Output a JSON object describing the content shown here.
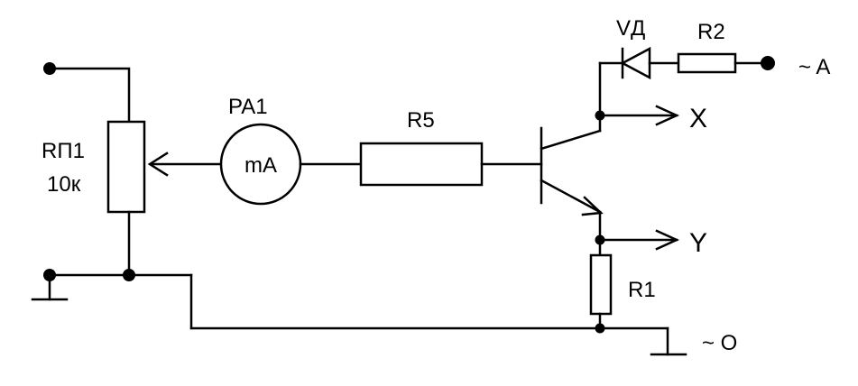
{
  "labels": {
    "rp1": "RП1",
    "rp1_value": "10к",
    "pa1": "PA1",
    "meter_unit": "mA",
    "r5": "R5",
    "vd": "VД",
    "r2": "R2",
    "r1": "R1",
    "terminal_a": "~ A",
    "terminal_o": "~ O",
    "output_x": "X",
    "output_y": "Y"
  },
  "colors": {
    "line": "#000000",
    "background": "#ffffff"
  }
}
